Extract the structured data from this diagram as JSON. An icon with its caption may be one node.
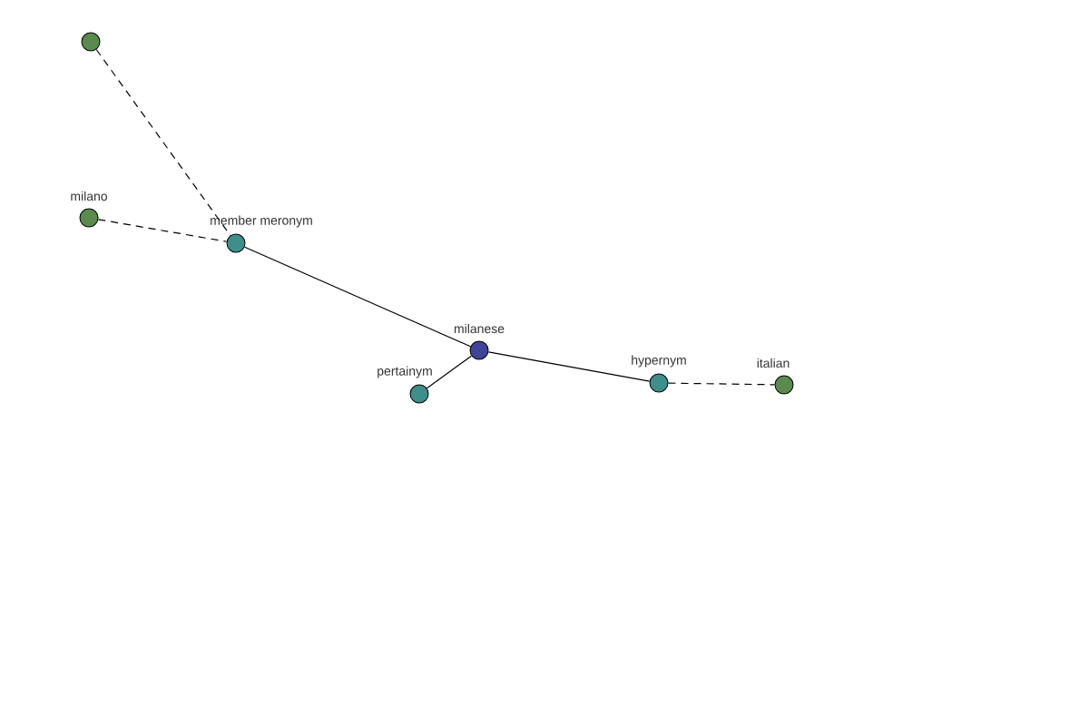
{
  "diagram": {
    "nodes": [
      {
        "text": [],
        "shape": "circle"
      },
      {
        "text": [
          "milano"
        ]
      },
      {
        "text": [
          "member meronym"
        ]
      },
      {
        "text": [
          "milanese"
        ]
      },
      {
        "text": [
          "pertainym"
        ]
      },
      {
        "text": [
          "hypernym"
        ]
      },
      {
        "text": [
          "italian"
        ]
      }
    ],
    "edges": [
      {
        "from": 0,
        "to": 2,
        "arrow": "none",
        "style": "dashed"
      },
      {
        "from": 1,
        "to": 2,
        "arrow": "none",
        "style": "dashed"
      },
      {
        "from": 2,
        "to": 3,
        "arrow": "none"
      },
      {
        "from": 3,
        "to": 4,
        "arrow": "none"
      },
      {
        "from": 3,
        "to": 5,
        "arrow": "none"
      },
      {
        "from": 5,
        "to": 6,
        "arrow": "none",
        "style": "dashed"
      }
    ]
  }
}
